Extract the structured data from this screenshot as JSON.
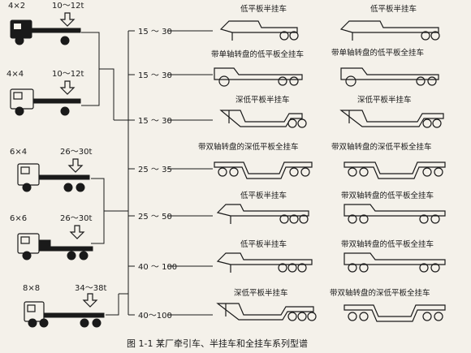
{
  "figure": {
    "caption": "图 1-1 某厂牵引车、半挂车和全挂车系列型谱",
    "tractors": [
      {
        "drive": "4×2",
        "tonnage": "10～12t"
      },
      {
        "drive": "4×4",
        "tonnage": "10～12t"
      },
      {
        "drive": "6×4",
        "tonnage": "26～30t"
      },
      {
        "drive": "6×6",
        "tonnage": "26～30t"
      },
      {
        "drive": "8×8",
        "tonnage": "34～38t"
      }
    ],
    "rows": [
      {
        "range": "15 ～ 30",
        "left": "低平板半挂车",
        "right": "低平板半挂车"
      },
      {
        "range": "15 ～ 30",
        "left": "带单轴转盘的低平板全挂车",
        "right": "带单轴转盘的低平板全挂车"
      },
      {
        "range": "15 ～ 30",
        "left": "深低平板半挂车",
        "right": "深低平板半挂车"
      },
      {
        "range": "25 ～ 35",
        "left": "带双轴转盘的深低平板全挂车",
        "right": "带双轴转盘的深低平板全挂车"
      },
      {
        "range": "25 ～ 50",
        "left": "低平板半挂车",
        "right": "带双轴转盘的低平板全挂车"
      },
      {
        "range": "40 ～ 100",
        "left": "低平板半挂车",
        "right": "带双轴转盘的低平板全挂车"
      },
      {
        "range": "40～100",
        "left": "深低平板半挂车",
        "right": "带双轴转盘的深低平板全挂车"
      }
    ]
  }
}
